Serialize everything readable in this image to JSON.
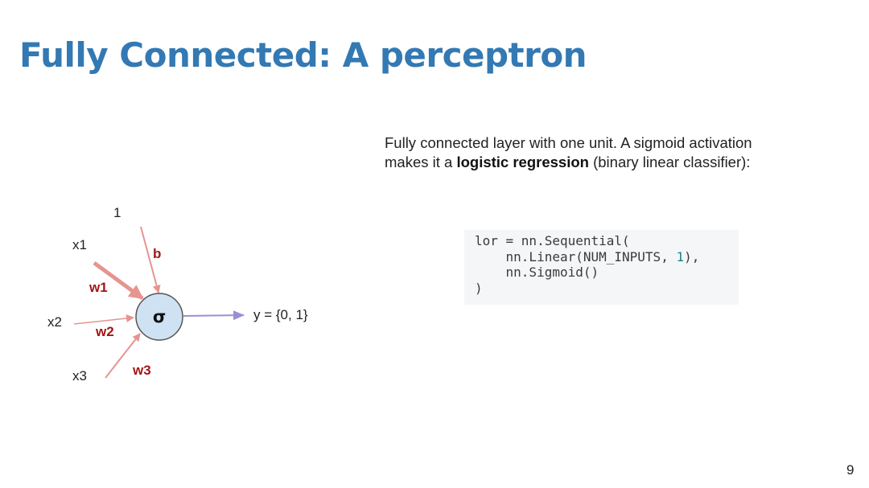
{
  "slide": {
    "title": "Fully Connected: A perceptron",
    "page_number": "9"
  },
  "description": {
    "line1": "Fully connected layer with one unit. A sigmoid activation",
    "line2_prefix": "makes it a ",
    "line2_bold": "logistic regression",
    "line2_suffix": " (binary linear classifier):"
  },
  "code": {
    "line1": "lor = nn.Sequential(",
    "line2_prefix": "    nn.Linear(NUM_INPUTS, ",
    "line2_number": "1",
    "line2_suffix": "),",
    "line3": "    nn.Sigmoid()",
    "line4": ")"
  },
  "diagram": {
    "bias_input": "1",
    "bias_label": "b",
    "inputs": [
      "x1",
      "x2",
      "x3"
    ],
    "weights": [
      "w1",
      "w2",
      "w3"
    ],
    "node_symbol": "σ",
    "output": "y = {0, 1}",
    "colors": {
      "weight_arrow": "#e69490",
      "weight_label": "#a31515",
      "output_arrow": "#9a8fd6",
      "node_fill": "#cfe2f3",
      "node_stroke": "#555555"
    }
  }
}
